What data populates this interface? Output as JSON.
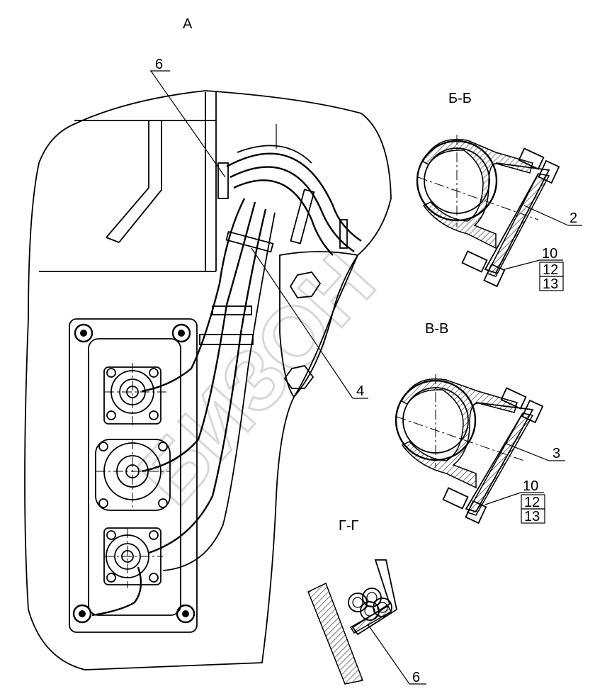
{
  "views": {
    "main": "А",
    "section_bb": "Б-Б",
    "section_vv": "В-В",
    "section_gg": "Г-Г"
  },
  "callouts": {
    "main_6": "6",
    "main_4": "4",
    "bb_2": "2",
    "bb_10": "10",
    "bb_12": "12",
    "bb_13": "13",
    "vv_3": "3",
    "vv_10": "10",
    "vv_12": "12",
    "vv_13": "13",
    "gg_6": "6"
  },
  "watermark": "БИЗОН"
}
